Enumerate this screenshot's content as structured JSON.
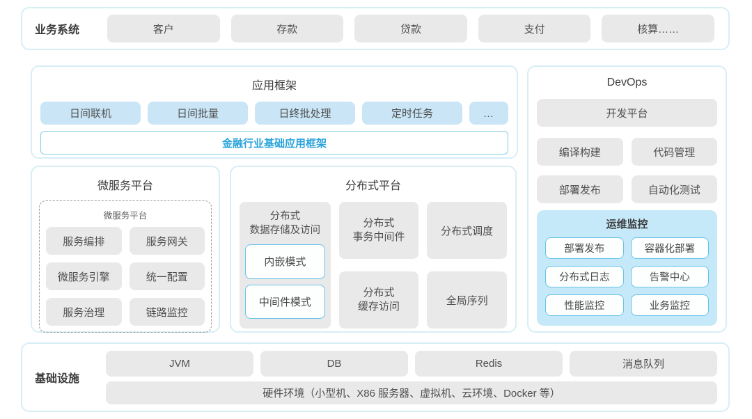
{
  "colors": {
    "panel_border": "#d7eef6",
    "grey_box": "#e9e9e9",
    "blue_box": "#c9e5f6",
    "ops_panel_bg": "#c6e9f9",
    "white_box_border": "#64c3e9",
    "accent_blue_text": "#29a3da",
    "text": "#4a4a4a"
  },
  "business_systems": {
    "label": "业务系统",
    "items": [
      "客户",
      "存款",
      "贷款",
      "支付",
      "核算……"
    ]
  },
  "app_framework": {
    "title": "应用框架",
    "items": [
      "日间联机",
      "日间批量",
      "日终批处理",
      "定时任务",
      "..."
    ],
    "base": "金融行业基础应用框架"
  },
  "microservice": {
    "title": "微服务平台",
    "inner_title": "微服务平台",
    "items": [
      "服务编排",
      "服务网关",
      "微服务引擎",
      "统一配置",
      "服务治理",
      "链路监控"
    ]
  },
  "distributed": {
    "title": "分布式平台",
    "storage": {
      "label": "分布式\n数据存储及访问",
      "modes": [
        "内嵌模式",
        "中间件模式"
      ]
    },
    "col2": [
      "分布式\n事务中间件",
      "分布式\n缓存访问"
    ],
    "col3": [
      "分布式调度",
      "全局序列"
    ]
  },
  "devops": {
    "title": "DevOps",
    "platform": "开发平台",
    "items": [
      "编译构建",
      "代码管理",
      "部署发布",
      "自动化测试"
    ],
    "ops_monitor": {
      "title": "运维监控",
      "items": [
        "部署发布",
        "容器化部署",
        "分布式日志",
        "告警中心",
        "性能监控",
        "业务监控"
      ]
    }
  },
  "infrastructure": {
    "label": "基础设施",
    "items": [
      "JVM",
      "DB",
      "Redis",
      "消息队列"
    ],
    "hardware": "硬件环境（小型机、X86 服务器、虚拟机、云环境、Docker 等）"
  }
}
